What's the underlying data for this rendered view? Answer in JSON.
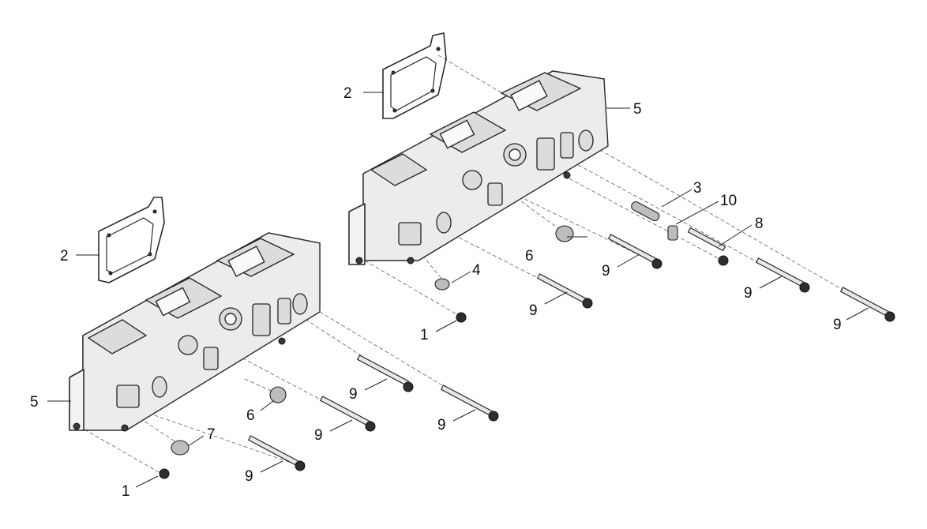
{
  "callouts": {
    "gasket_top": "2",
    "manifold_right": "5",
    "dowel": "3",
    "washer_10": "10",
    "stud_8": "8",
    "plug_6_top": "6",
    "plug_4": "4",
    "bolt_1_top": "1",
    "bolt_9_a": "9",
    "bolt_9_b": "9",
    "bolt_9_c": "9",
    "bolt_9_d": "9",
    "gasket_left": "2",
    "manifold_left": "5",
    "plug_6_left": "6",
    "plug_7": "7",
    "bolt_1_left": "1",
    "bolt_9_e": "9",
    "bolt_9_f": "9",
    "bolt_9_g": "9",
    "bolt_9_h": "9"
  }
}
